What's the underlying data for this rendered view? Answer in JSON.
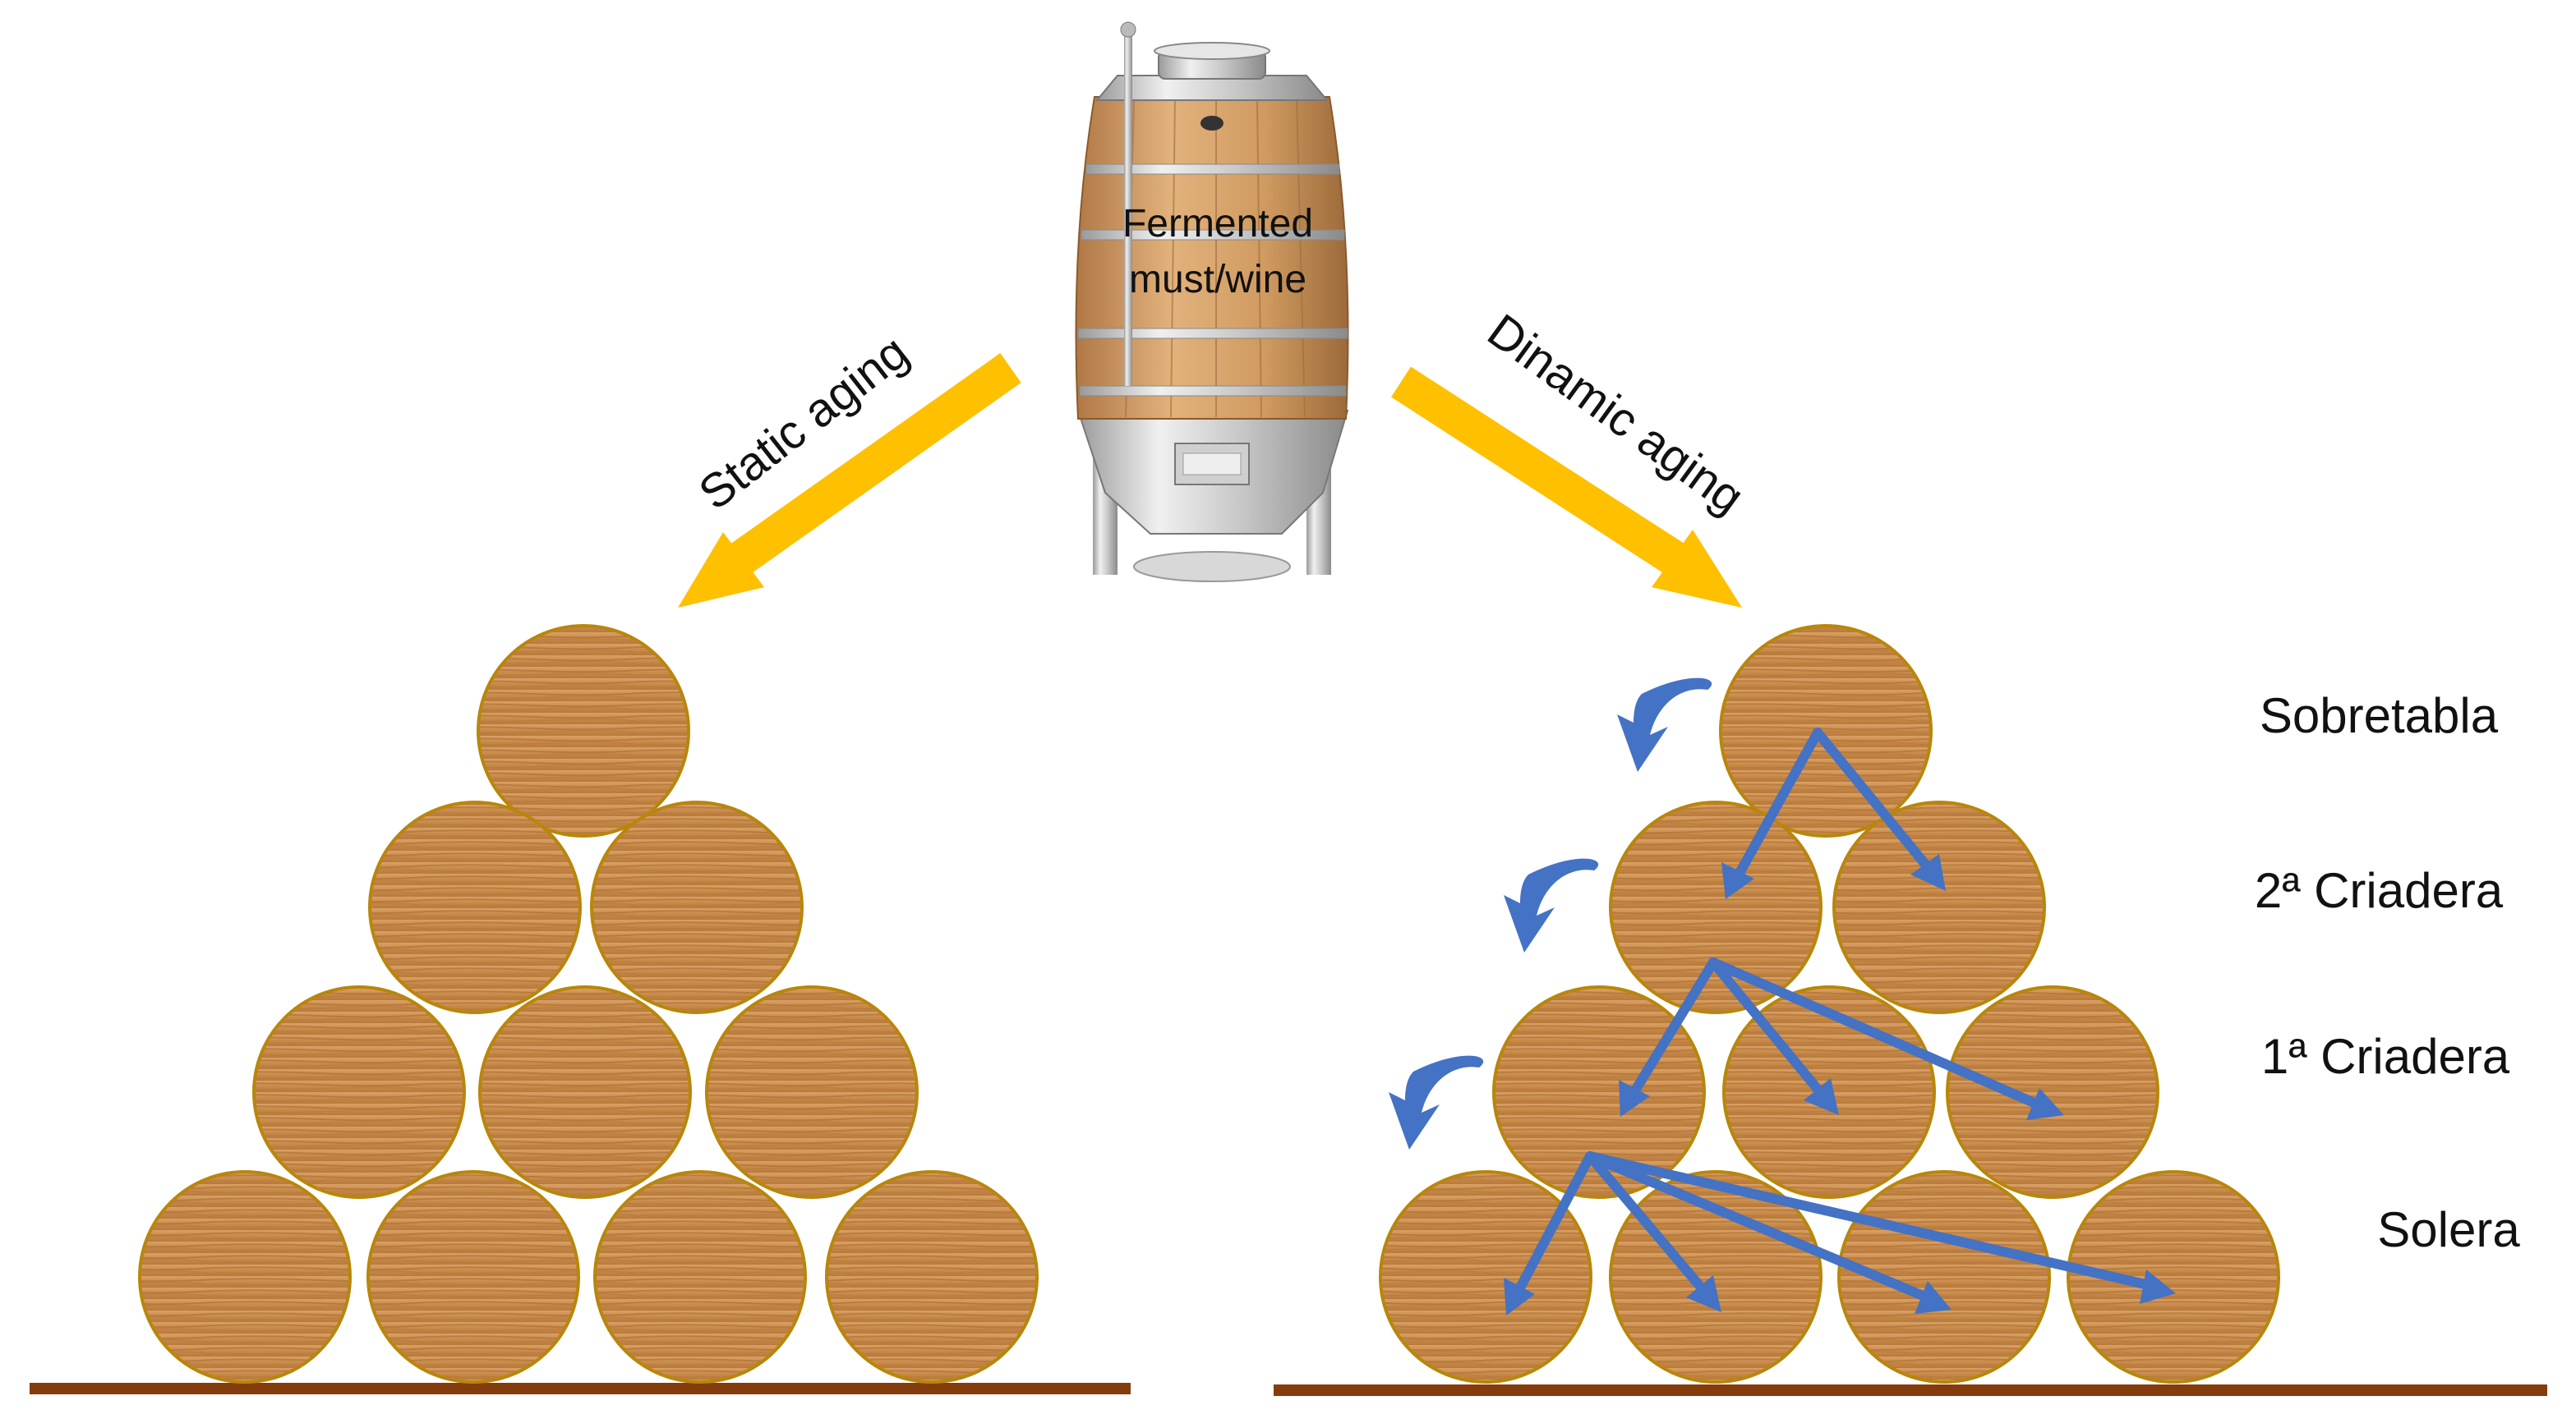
{
  "vat": {
    "label_line1": "Fermented",
    "label_line2": "must/wine"
  },
  "static_aging": {
    "label": "Static aging"
  },
  "dynamic_aging": {
    "label": "Dinamic aging"
  },
  "levels": {
    "sobretabla": "Sobretabla",
    "criadera_2": "2ª Criadera",
    "criadera_1": "1ª Criadera",
    "solera": "Solera"
  },
  "colors": {
    "main_arrow": "#ffc000",
    "transfer_arrow": "#4472c4",
    "ground": "#843c0c",
    "barrel_wood": "#c98b4a",
    "barrel_rim": "#b8860b"
  },
  "static_pyramid": {
    "rows": [
      1,
      2,
      3,
      4
    ]
  },
  "dynamic_pyramid": {
    "rows": [
      1,
      2,
      3,
      4
    ]
  }
}
